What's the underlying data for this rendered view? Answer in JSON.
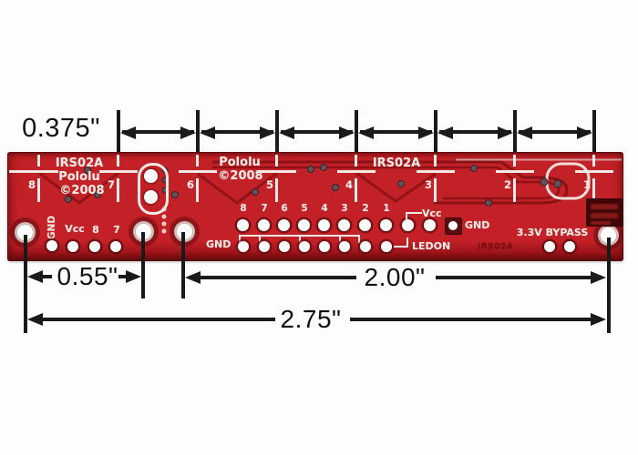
{
  "diagram": {
    "type": "pcb-dimension-diagram",
    "dimensions": {
      "pitch": "0.375\"",
      "left_span": "0.55\"",
      "right_span": "2.00\"",
      "total_span": "2.75\""
    }
  },
  "board": {
    "left_block": {
      "line1": "IRS02A",
      "line2": "Pololu",
      "line3": "©2008"
    },
    "mid_block": {
      "line1": "Pololu",
      "line2": "©2008"
    },
    "right_block": {
      "line1": "IRS02A"
    },
    "sensor_pins": [
      "8",
      "7",
      "6",
      "5",
      "4",
      "3",
      "2",
      "1"
    ],
    "header_pins": [
      "8",
      "7",
      "6",
      "5",
      "4",
      "3",
      "2",
      "1"
    ],
    "labels": {
      "gnd_vertical": "GND",
      "vcc_left": "Vcc",
      "pin8_left": "8",
      "pin7_left": "7",
      "gnd_mid": "GND",
      "vcc_right": "Vcc",
      "ledon": "LEDON",
      "gnd_right": "GND",
      "bypass": "3.3V BYPASS",
      "copper_text": "IRS02A"
    },
    "colors": {
      "board_red": "#c22127",
      "trace_dark": "#8c1115",
      "silkscreen": "#f4ebe7",
      "edge_dark": "#620a0d",
      "dimension_black": "#1a1a1a"
    }
  }
}
